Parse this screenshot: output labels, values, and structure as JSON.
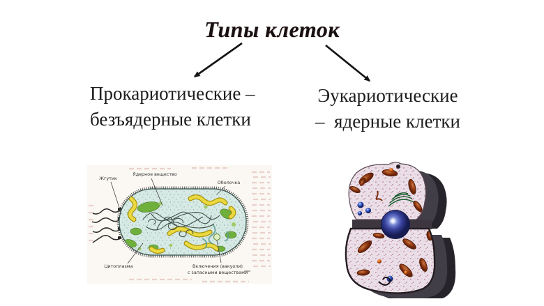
{
  "slide": {
    "title": "Типы клеток",
    "left_branch": {
      "line1": "Прокариотические –",
      "line2": "безъядерные клетки"
    },
    "right_branch": {
      "line1": "Эукариотические",
      "line2": "–  ядерные клетки"
    }
  },
  "prokaryote_figure": {
    "labels": {
      "flagellum": "Жгутик",
      "nuclear_material": "Ядерное вещество",
      "envelope": "Оболочка",
      "cytoplasm": "Цитоплазма",
      "inclusions_line1": "Включения (вакуоли)",
      "inclusions_line2": "с запасными веществами"
    }
  },
  "colors": {
    "title_text": "#181010",
    "body_text": "#1c1c1c",
    "arrow": "#141414",
    "prokaryote_cytoplasm": "#d6e9e4",
    "eukaryote_cytoplasm": "#ebdfe7",
    "nucleus_blue": "#2a3390"
  }
}
